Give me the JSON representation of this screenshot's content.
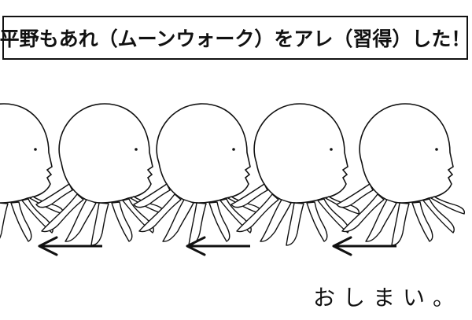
{
  "caption": {
    "text": "平野もあれ（ムーンウォーク）をアレ（習得）した！"
  },
  "footer": {
    "text": "おしまい。"
  },
  "figures": {
    "count": 5,
    "subject": "octopus-headed character"
  },
  "arrows": {
    "count": 3,
    "direction": "left"
  },
  "colors": {
    "ink": "#111111",
    "paper": "#ffffff"
  }
}
